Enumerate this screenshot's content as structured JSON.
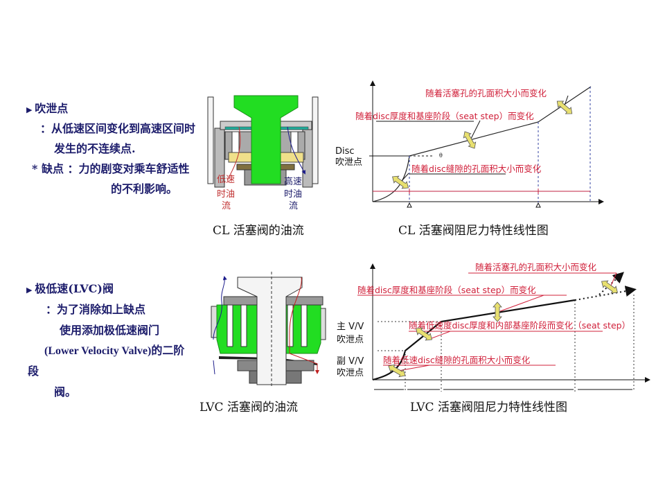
{
  "top": {
    "bullet_title": "吹泄点",
    "lines": [
      "：从低速区间变化到高速区间时",
      "发生的不连续点.",
      "* 缺点 ：力的剧变对乘车舒适性",
      "的不利影响。"
    ],
    "diagram": {
      "low_flow": [
        "低速",
        "时油",
        "流"
      ],
      "high_flow": [
        "高速",
        "时油",
        "流"
      ]
    },
    "diagram_caption": "CL 活塞阀的油流",
    "chart_caption": "CL 活塞阀阻尼力特性线性图",
    "chart": {
      "y_label": [
        "Disc",
        "吹泄点"
      ],
      "angle_label": "θ",
      "annotations": [
        "随着活塞孔的孔面积大小而变化",
        "随着disc厚度和基座阶段（seat step）而变化",
        "随着disc缝隙的孔面积大小而变化"
      ]
    }
  },
  "bottom": {
    "bullet_title": "极低速(LVC)阀",
    "lines": [
      "：为了消除如上缺点",
      "使用添加极低速阀门",
      "(Lower Velocity Valve)的二阶",
      "段",
      "阀。"
    ],
    "diagram_caption": "LVC 活塞阀的油流",
    "chart_caption": "LVC 活塞阀阻尼力特性线性图",
    "chart": {
      "y_labels": [
        [
          "主 V/V",
          "吹泄点"
        ],
        [
          "副 V/V",
          "吹泄点"
        ]
      ],
      "annotations": [
        "随着活塞孔的孔面积大小而变化",
        "随着disc厚度和基座阶段（seat step）而变化",
        "随着低速度disc厚度和内部基座阶段而变化（seat step）",
        "随着低速disc缝隙的孔面积大小而变化"
      ]
    }
  },
  "colors": {
    "text": "#1c1c6b",
    "annotation": "#d0203a",
    "valve_green": "#22dd22",
    "arrow": "#e8e070"
  }
}
